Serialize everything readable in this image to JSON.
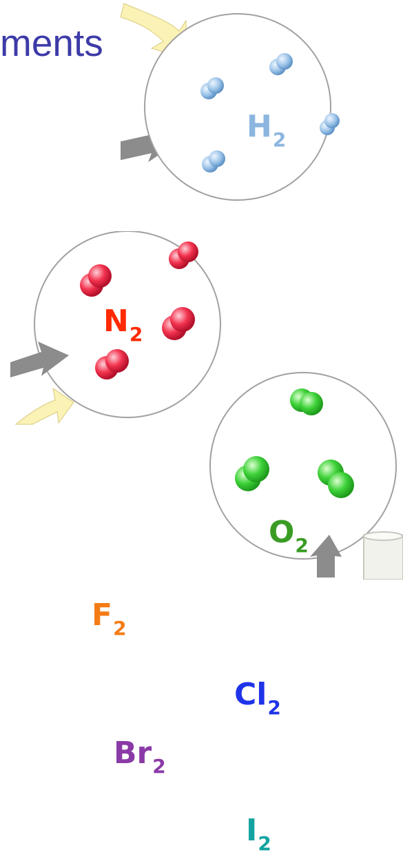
{
  "title_fragment": "ments",
  "colors": {
    "title": "#3d3aa8",
    "H2": "#8cb6df",
    "N2": "#ff2a00",
    "O2": "#3a9c25",
    "F2": "#f47c16",
    "Cl2": "#1f33e8",
    "Br2": "#8a3aa6",
    "I2": "#14a3a0"
  },
  "molecules": [
    {
      "id": "H2",
      "symbol": "H",
      "subscript": "2"
    },
    {
      "id": "N2",
      "symbol": "N",
      "subscript": "2"
    },
    {
      "id": "O2",
      "symbol": "O",
      "subscript": "2"
    },
    {
      "id": "F2",
      "symbol": "F",
      "subscript": "2"
    },
    {
      "id": "Cl2",
      "symbol": "Cl",
      "subscript": "2"
    },
    {
      "id": "Br2",
      "symbol": "Br",
      "subscript": "2"
    },
    {
      "id": "I2",
      "symbol": "I",
      "subscript": "2"
    }
  ]
}
